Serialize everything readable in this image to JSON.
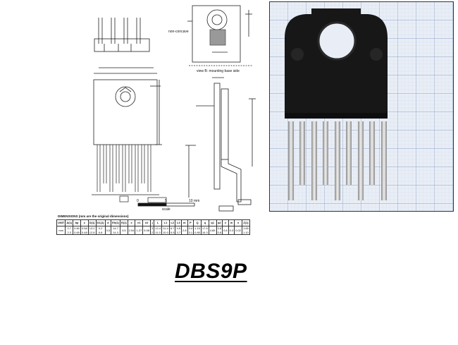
{
  "part_name": "DBS9P",
  "drawing": {
    "labels": {
      "non_concave": "non-concave",
      "view_b": "view B: mounting base side",
      "scale_ticks": [
        "0",
        "5",
        "10 mm"
      ],
      "scale_word": "scale"
    }
  },
  "dimensions": {
    "caption": "DIMENSIONS (mm are the original dimensions)",
    "columns": [
      "UNIT",
      "A(1)",
      "bp",
      "c",
      "D(1)",
      "D1(1)",
      "d",
      "Eh(1)",
      "E(1)",
      "e",
      "e1",
      "e2",
      "j",
      "L",
      "L1",
      "L2",
      "L3",
      "m",
      "P",
      "Q",
      "q",
      "q1",
      "q2",
      "v",
      "w",
      "x",
      "Z(1)"
    ],
    "unit": "mm",
    "row_max": [
      "2.7",
      "0.80",
      "0.58",
      "13.2",
      "0.2",
      "3.5",
      "14.7",
      "3.5",
      "2.54",
      "1.27",
      "5.08",
      "3",
      "12.4",
      "11.4",
      "6.7",
      "4.5",
      "2.8",
      "3.4",
      "1.15",
      "17.5",
      "4.85",
      "3.8",
      "0.8",
      "0.3",
      "0.02",
      "1.65"
    ],
    "row_min": [
      "2.3",
      "0.65",
      "0.48",
      "12.8",
      "6.8",
      "",
      "14.3",
      "",
      "",
      "",
      "",
      "2",
      "11.0",
      "10.0",
      "5.5",
      "3.7",
      "",
      "3.1",
      "0.85",
      "16.3",
      "",
      "3.6",
      "",
      "",
      "",
      "1.10"
    ]
  }
}
